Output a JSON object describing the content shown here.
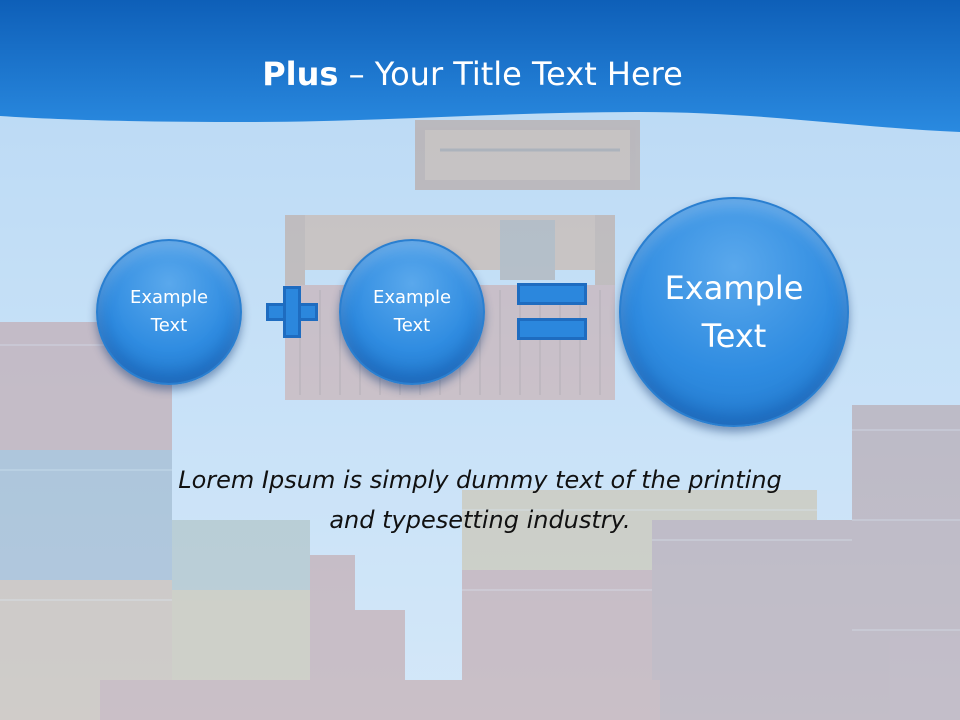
{
  "slide": {
    "title_bold": "Plus",
    "title_rest": " – Your Title Text Here",
    "circles": [
      {
        "text": "Example\nText"
      },
      {
        "text": "Example\nText"
      },
      {
        "text": "Example\nText"
      }
    ],
    "operators": {
      "plus_icon": "plus-icon",
      "equals_icon": "equals-icon"
    },
    "body": "Lorem Ipsum is simply dummy text of the printing\nand typesetting industry."
  },
  "colors": {
    "header_blue": "#1f79d6",
    "circle_blue": "#2f8ce1",
    "sky": "#bcdcf6"
  }
}
